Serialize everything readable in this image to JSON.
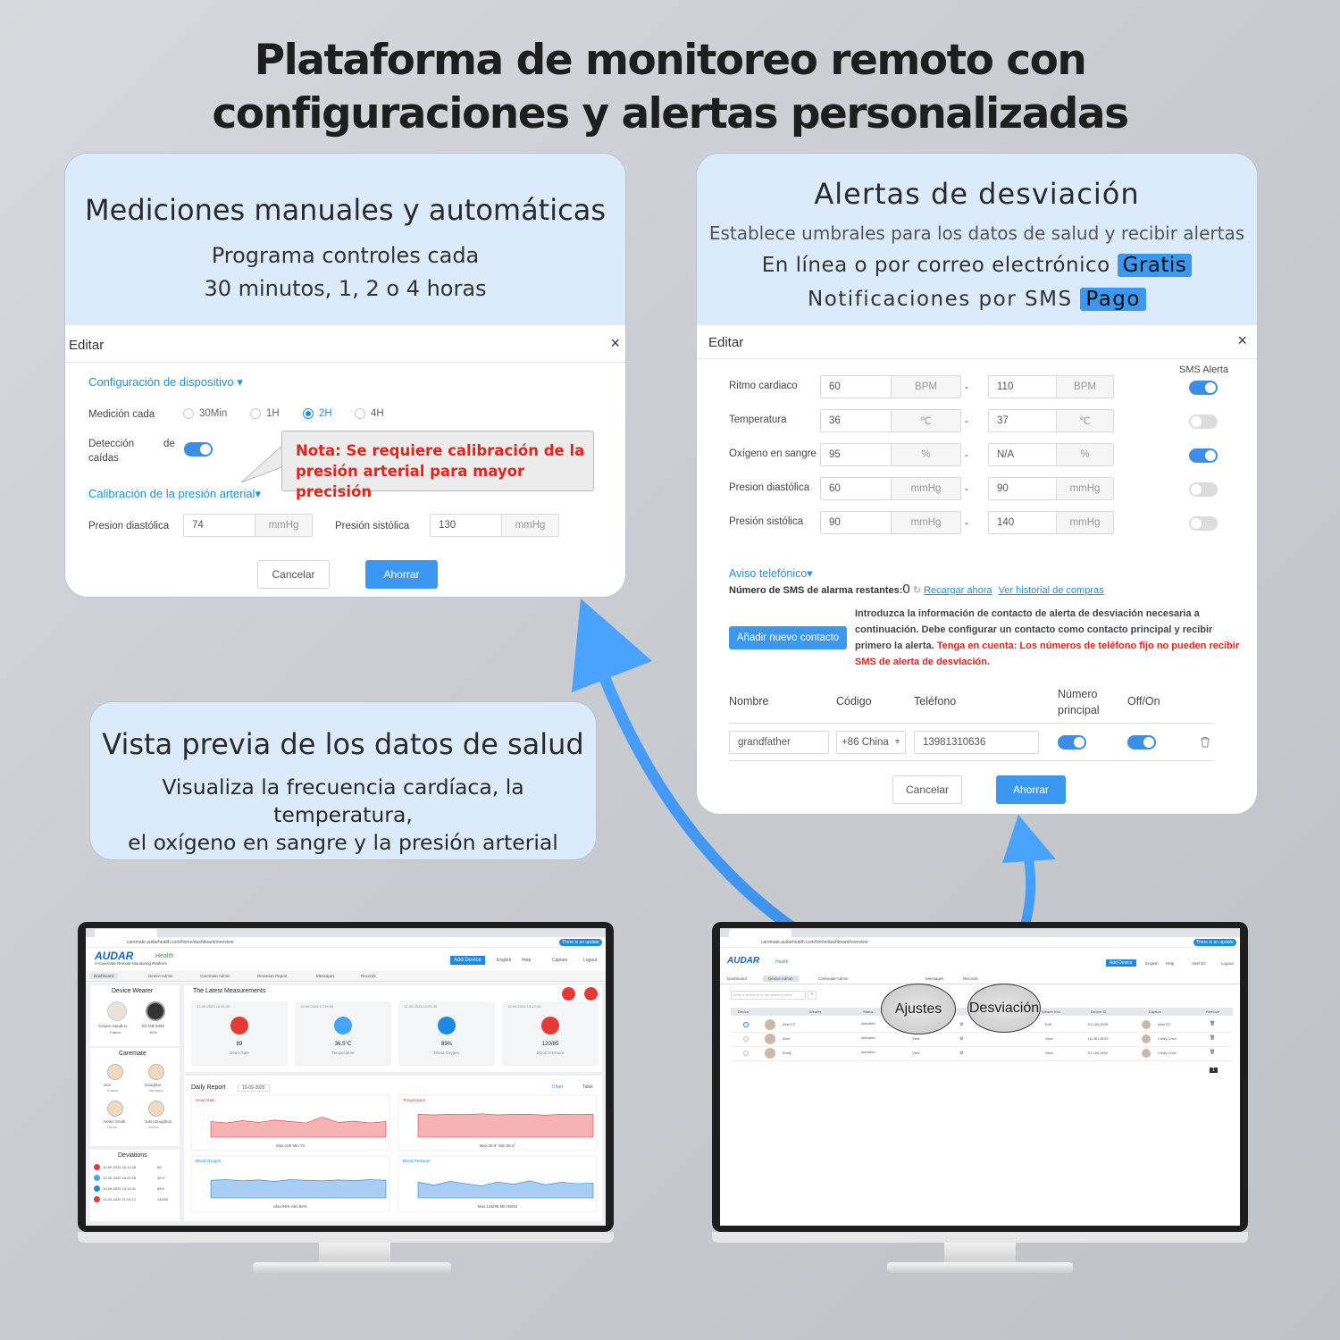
{
  "title_line1": "Plataforma de monitoreo remoto con",
  "title_line2": "configuraciones y alertas personalizadas",
  "left_card": {
    "heading": "Mediciones manuales y automáticas",
    "sub1": "Programa controles cada",
    "sub2": "30 minutos, 1, 2 o 4 horas",
    "modal_title": "Editar",
    "close": "×",
    "device_config": "Configuración de dispositivo",
    "measure_label": "Medición cada",
    "radios": [
      "30Min",
      "1H",
      "2H",
      "4H"
    ],
    "selected": "2H",
    "fall_label_1": "Detección",
    "fall_label_2": "de",
    "fall_label_3": "caídas",
    "note_line1": "Nota: Se requiere calibración de la",
    "note_line2": "presión arterial para mayor precisión",
    "calib": "Calibración de la presión arterial",
    "dia_label": "Presion diastólica",
    "dia_value": "74",
    "sys_label": "Presión sistólica",
    "sys_value": "130",
    "unit": "mmHg",
    "cancel": "Cancelar",
    "save": "Ahorrar"
  },
  "right_card": {
    "heading": "Alertas de desviación",
    "sub1": "Establece umbrales para los datos de salud y recibir alertas",
    "sub2": "En línea o por correo electrónico",
    "badge_free": "Gratis",
    "sub3": "Notificaciones por SMS",
    "badge_paid": "Pago",
    "modal_title": "Editar",
    "close": "×",
    "sms_alert": "SMS Alerta",
    "rows": [
      {
        "label": "Ritmo cardiaco",
        "min": "60",
        "max": "110",
        "unit": "BPM",
        "sms": true
      },
      {
        "label": "Temperatura",
        "min": "36",
        "max": "37",
        "unit": "℃",
        "sms": false
      },
      {
        "label": "Oxígeno en sangre",
        "min": "95",
        "max": "N/A",
        "unit": "%",
        "sms": true
      },
      {
        "label": "Presion diastólica",
        "min": "60",
        "max": "90",
        "unit": "mmHg",
        "sms": false
      },
      {
        "label": "Presión sistólica",
        "min": "90",
        "max": "140",
        "unit": "mmHg",
        "sms": false
      }
    ],
    "dash": "-",
    "phone_notice": "Aviso telefónico",
    "sms_left_label": "Número de SMS de alarma restantes:",
    "sms_left_value": "0",
    "reload": "Recargar ahora",
    "history": "Ver historial de compras",
    "add_contact": "Añadir nuevo contacto",
    "info_black": "Introduzca la información de contacto de alerta de desviación necesaria a continuación. Debe configurar un contacto como contacto principal y recibir primero la alerta.",
    "info_red": "Tenga en cuenta: Los números de teléfono fijo no pueden recibir SMS de alerta de desviación.",
    "col_name": "Nombre",
    "col_code": "Código",
    "col_phone": "Teléfono",
    "col_main_1": "Número",
    "col_main_2": "principal",
    "col_onoff": "Off/On",
    "contact_name": "grandfather",
    "contact_code": "+86 China",
    "contact_phone": "13981310636",
    "cancel": "Cancelar",
    "save": "Ahorrar"
  },
  "preview_card": {
    "heading": "Vista previa de los datos de salud",
    "line1": "Visualiza la frecuencia cardíaca, la temperatura,",
    "line2": "el oxígeno en sangre y la presión arterial"
  },
  "left_monitor": {
    "url": "caremate.audarhealth.com/home/dashboard/overview",
    "update": "There is an update",
    "brand": "AUDAR",
    "brand2": "Health",
    "tagline": "A Caremate Remote Monitoring Platform",
    "add_device": "Add Device",
    "nav_right": [
      "English",
      "Help",
      "Captain",
      "Logout"
    ],
    "tabs": [
      "Dashboard",
      "Device Admin",
      "Caremate Admin",
      "Deviation Report",
      "Messages",
      "Records"
    ],
    "device_wearer": "Device Wearer",
    "wearers": [
      {
        "name": "Cesare Saudino",
        "place": "France"
      },
      {
        "name": "E2-GB-9456",
        "place": "60%"
      }
    ],
    "caremate": "Caremate",
    "caremates": [
      {
        "name": "Son",
        "role": "France"
      },
      {
        "name": "Daughter",
        "role": "Germany"
      },
      {
        "name": "Helen Smith",
        "role": "Nurse"
      },
      {
        "name": "John Doughton",
        "role": "Doctor"
      }
    ],
    "deviations": "Deviations",
    "deviation_rows": [
      {
        "date": "10-09-2025 16:14:28",
        "value": "89"
      },
      {
        "date": "10-09-2025 16:00:28",
        "value": "36.6°"
      },
      {
        "date": "10-09-2025 13:15:41",
        "value": "85%"
      },
      {
        "date": "10-09-2025 11:24:13",
        "value": "145/90"
      }
    ],
    "latest": "The Latest Measurements",
    "measurements": [
      {
        "time": "12-09-2025 16:34:35",
        "value": "89",
        "label": "Heart Rate",
        "color": "#e53935"
      },
      {
        "time": "12-09-2025 17:39:35",
        "value": "36.5°C",
        "label": "Temperature",
        "color": "#42a5f5"
      },
      {
        "time": "12-09-2025 13:25:33",
        "value": "89%",
        "label": "Blood Oxygen",
        "color": "#1e88e5"
      },
      {
        "time": "12-09-2025 13:12:43",
        "value": "120/85",
        "label": "Blood Pressure",
        "color": "#e53935"
      }
    ],
    "daily_report": "Daily Report",
    "date": "10-09-2025",
    "chart_tab": "Chart",
    "table_tab": "Table",
    "charts": [
      {
        "name": "Heart Rate",
        "stat": "Max:109 Min:75"
      },
      {
        "name": "Temperature",
        "stat": "Max:36.9° Min:36.5°"
      },
      {
        "name": "Blood Oxygen",
        "stat": "Max:96% Min:85%"
      },
      {
        "name": "Blood Pressure",
        "stat": "Max:145/98 Min:95/62"
      }
    ]
  },
  "right_monitor": {
    "url": "caremate.audarhealth.com/home/dashboard/overview",
    "update": "There is an update",
    "brand": "AUDAR",
    "brand2": "Health",
    "add_device": "Add Device",
    "nav_right": [
      "English",
      "Help",
      "Abel E2"
    ],
    "logout": "Logout",
    "tabs": [
      "Dashboard",
      "Device Admin",
      "Caremate Admin",
      "Messages",
      "Records"
    ],
    "search_placeholder": "Enter a device ID or the wearer's name",
    "headers": [
      "Device",
      "Wearer",
      "Status",
      "Wearer Info",
      "Device ID",
      "Caption",
      "Remove"
    ],
    "rows": [
      {
        "wearer": "Abel E2",
        "status": "Activated",
        "view": "Edit",
        "id": "E2-GB-9025",
        "cap": "Abel E2"
      },
      {
        "wearer": "Abel",
        "status": "Activated",
        "view": "View",
        "id": "N1-BG-8193",
        "cap": "Cindy Chen"
      },
      {
        "wearer": "Emily",
        "status": "Activated",
        "view": "View",
        "id": "E2-GB-9202",
        "cap": "Cindy Chen"
      }
    ],
    "bubble_settings": "Ajustes",
    "bubble_deviation": "Desviación",
    "page": "1"
  }
}
